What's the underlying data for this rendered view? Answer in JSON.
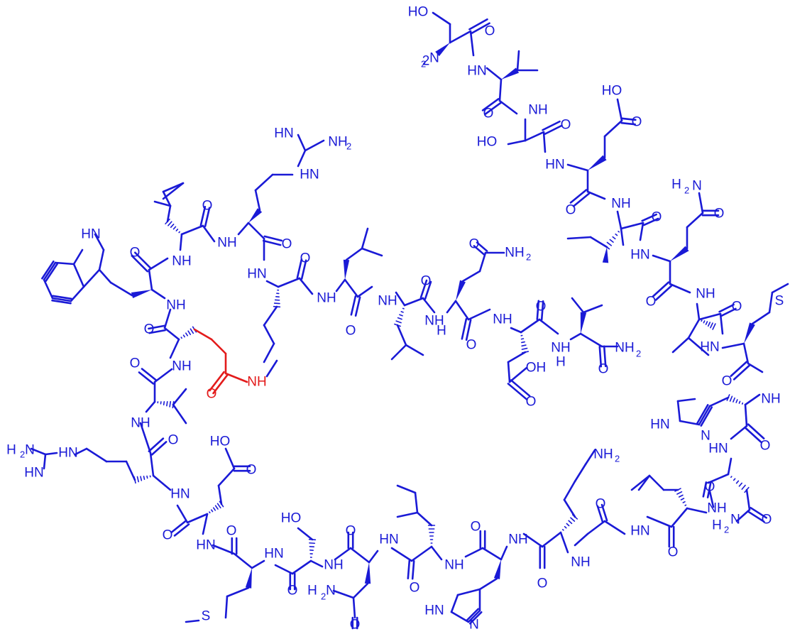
{
  "colors": {
    "main": "#1a1ad6",
    "linker": "#e31b1b",
    "background": "#ffffff"
  },
  "labels": {
    "ser1_oh": "HO",
    "ser1_nh2": "H",
    "ser1_nh2_sub": "2",
    "ser1_nh2_n": "N",
    "ser1_co": "O",
    "val2_nh": "HN",
    "val2_co": "O",
    "ser3_nh": "NH",
    "ser3_oh": "HO",
    "ser3_co": "O",
    "glu4_nh": "HN",
    "glu4_cooh_oh": "HO",
    "glu4_cooh_o": "O",
    "glu4_co": "O",
    "ile5_nh": "NH",
    "ile5_co": "O",
    "gln6_nh2": "H",
    "gln6_nh2_sub": "2",
    "gln6_nh2_n": "N",
    "gln6_side_o": "O",
    "gln6_nh": "HN",
    "gln6_co": "O",
    "leu7_nh": "NH",
    "leu7_co": "O",
    "met8_s": "S",
    "met8_nh": "HN",
    "met8_co": "O",
    "his9_nh": "NH",
    "his9_ring_nh": "HN",
    "his9_ring_n": "N",
    "his9_co": "O",
    "asn10_nh": "HN",
    "asn10_side_o": "O",
    "asn10_side_nh2": "H",
    "asn10_side_nh2_sub": "2",
    "asn10_side_nh2_n": "N",
    "asn10_co": "O",
    "leu11_nh": "NH",
    "leu11_co": "O",
    "gly12_nh": "HN",
    "gly12_co": "O",
    "lys13_nh2": "NH",
    "lys13_nh2_sub": "2",
    "lys13_nh": "NH",
    "lys13_co": "O",
    "his14_nh": "NH",
    "his14_ring_nh": "HN",
    "his14_ring_n": "N",
    "his14_co": "O",
    "leu15_nh": "NH",
    "leu15_co": "O",
    "asn16_nh": "HN",
    "asn16_side_nh2": "H",
    "asn16_side_nh2_sub": "2",
    "asn16_side_nh2_n": "N",
    "asn16_side_o": "O",
    "asn16_co": "O",
    "ser17_oh": "HO",
    "ser17_nh": "NH",
    "ser17_co": "O",
    "met18_s": "S",
    "met18_nh": "HN",
    "met18_co": "O",
    "glu19_cooh_oh": "HO",
    "glu19_cooh_o": "O",
    "glu19_nh": "HN",
    "glu19_co": "O",
    "arg20_nh2": "H",
    "arg20_nh2_sub": "2",
    "arg20_nh2_n": "N",
    "arg20_nh": "HN",
    "arg20_hn_imine": "HN",
    "arg20_nh_bb": "HN",
    "arg20_co": "O",
    "val21_nh": "NH",
    "val21_co": "O",
    "glu22_nh": "NH",
    "glu22_co": "O",
    "linker_o": "O",
    "linker_nh": "NH",
    "trp23_nh": "NH",
    "trp23_ring_nh": "HN",
    "trp23_co": "O",
    "leu24_nh": "NH",
    "leu24_co": "O",
    "arg25_hn_imine": "HN",
    "arg25_nh2": "NH",
    "arg25_nh2_sub": "2",
    "arg25_nh": "NH",
    "arg25_bb_nh": "HN",
    "arg25_co": "O",
    "lys26_nh": "HN",
    "lys26_co": "O",
    "leu27_nh": "NH",
    "leu27_co": "O",
    "leu28_nh": "NH",
    "leu28_co": "O",
    "gln29_nh2": "NH",
    "gln29_nh2_sub": "2",
    "gln29_side_o": "O",
    "gln29_nh": "NH",
    "gln29_nh_h": "H",
    "gln29_co": "O",
    "asp30_nh": "NH",
    "asp30_co": "O",
    "asp30_oh": "OH",
    "asp30_o": "O",
    "val31_nh": "NH",
    "val31_nh_h": "H",
    "val31_co": "O",
    "val31_nh2": "NH",
    "val31_nh2_sub": "2"
  }
}
